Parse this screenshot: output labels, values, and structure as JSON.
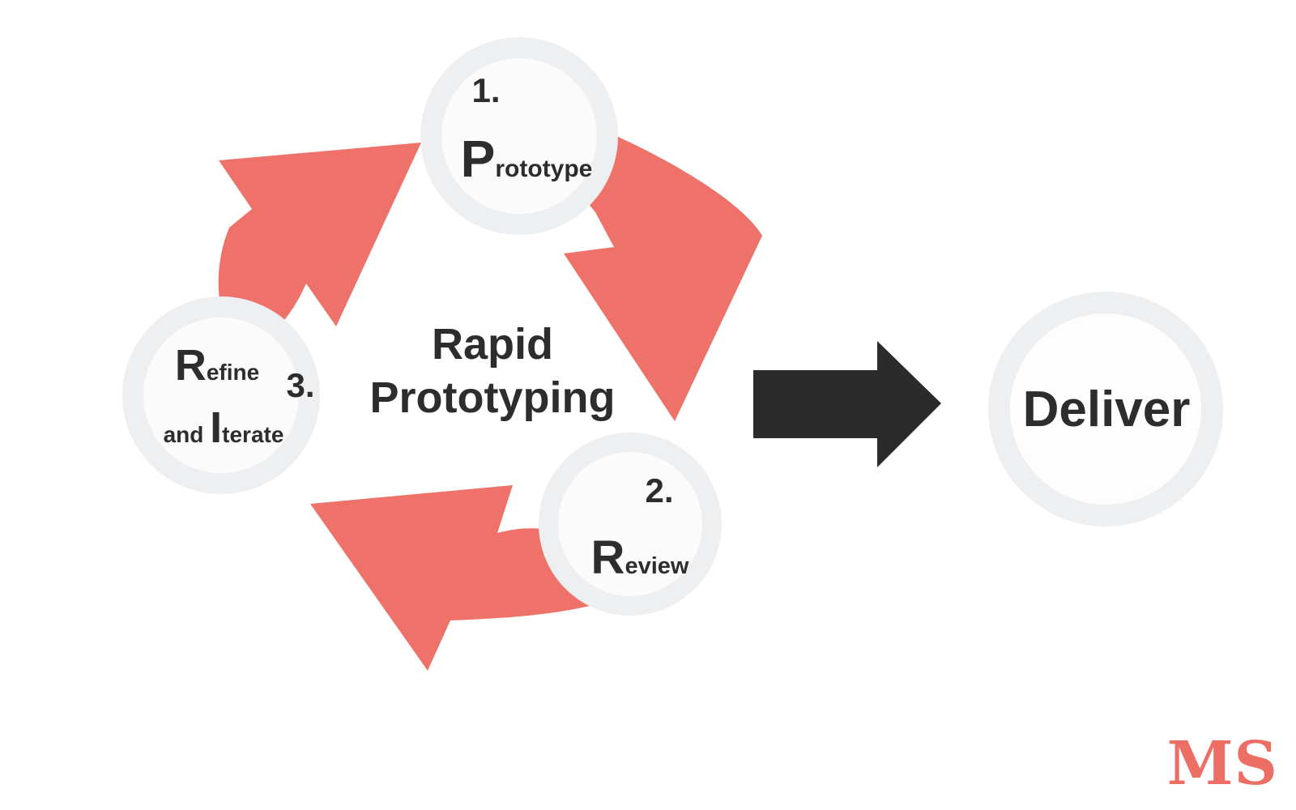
{
  "title": {
    "line1": "Rapid",
    "line2": "Prototyping"
  },
  "steps": [
    {
      "number": "1.",
      "big_letter": "P",
      "rest": "rototype"
    },
    {
      "number": "2.",
      "big_letter": "R",
      "rest": "eview"
    },
    {
      "number": "3.",
      "line1_big": "R",
      "line1_rest": "efine",
      "line2_pre": "and ",
      "line2_big": "I",
      "line2_rest": "terate"
    }
  ],
  "deliver": {
    "label": "Deliver"
  },
  "logo": {
    "text": "MS"
  },
  "icons": {
    "cycle_arrow_1": "curved-arrow-down-right",
    "cycle_arrow_2": "curved-arrow-down-left",
    "cycle_arrow_3": "curved-arrow-up-right",
    "deliver_arrow": "arrow-right"
  },
  "colors": {
    "cycle_arrow": "#ee726a",
    "deliver_arrow": "#2b2b2b",
    "circle_ring": "#edeff1",
    "circle_fill": "#fbfbfc",
    "text": "#2d2d2d",
    "logo": "#ed6e64",
    "background": "#ffffff"
  }
}
